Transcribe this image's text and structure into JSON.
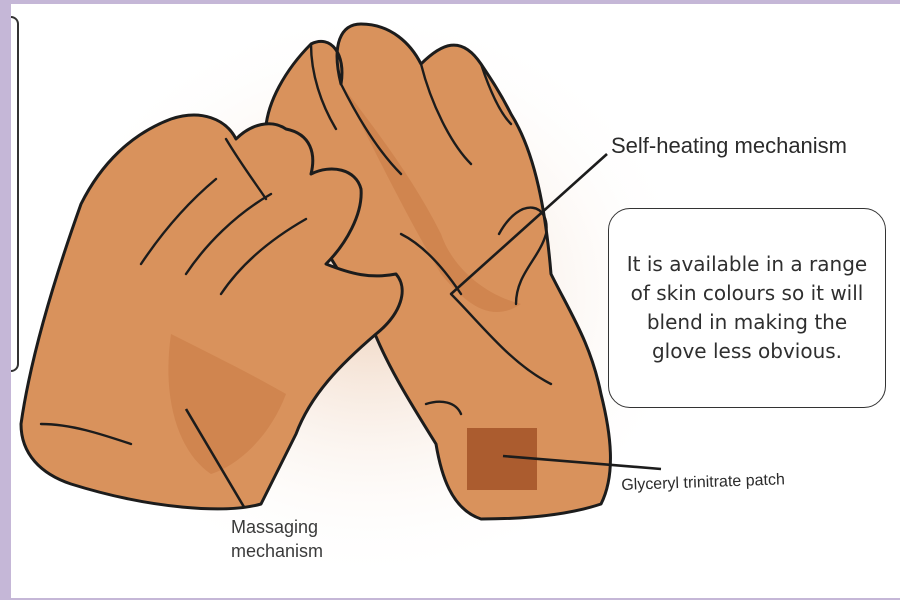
{
  "labels": {
    "self_heating": "Self-heating mechanism",
    "massaging_line1": "Massaging",
    "massaging_line2": "mechanism",
    "patch": "Glyceryl trinitrate patch"
  },
  "callout": {
    "text": "It is available in a range of skin colours so it will blend in making the glove less obvious."
  },
  "colors": {
    "glove": "#d9925c",
    "glove_shade": "#c97a46",
    "patch": "#a5572a",
    "outline": "#1c1c1c",
    "page_border": "#c5b7d7"
  }
}
